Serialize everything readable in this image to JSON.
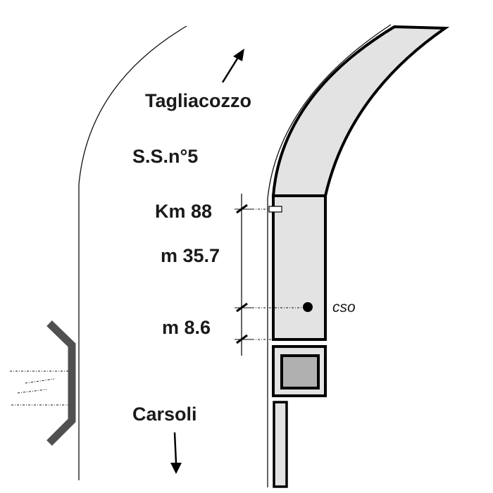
{
  "labels": {
    "north_destination": "Tagliacozzo",
    "road": "S.S.n°5",
    "km": "Km 88",
    "distance_1": "m 35.7",
    "distance_2": "m 8.6",
    "point_label": "cso",
    "south_destination": "Carsoli"
  },
  "colors": {
    "band_fill": "#e3e3e3",
    "inner_box_fill": "#b0b0b0",
    "bracket": "#505050"
  }
}
